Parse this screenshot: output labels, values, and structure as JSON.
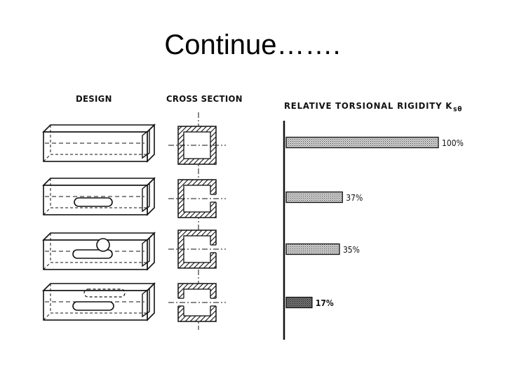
{
  "slide": {
    "title": "Continue……."
  },
  "headers": {
    "design": "DESIGN",
    "cross_section": "CROSS SECTION"
  },
  "chart_data": {
    "type": "bar",
    "orientation": "horizontal",
    "title": "RELATIVE TORSIONAL RIGIDITY",
    "title_symbol": "K",
    "title_subscript": "sθ",
    "categories": [
      "closed tube",
      "tube with one slot",
      "tube with slot and hole",
      "tube with two slots"
    ],
    "values": [
      100,
      37,
      35,
      17
    ],
    "labels": [
      "100%",
      "37%",
      "35%",
      "17%"
    ],
    "unit": "%",
    "xlim": [
      0,
      100
    ],
    "grid": false,
    "legend": "none",
    "colors": {
      "bar_fill": "#cfcfcf",
      "bar_dark": "#6a6a6a",
      "axis": "#111111"
    }
  }
}
